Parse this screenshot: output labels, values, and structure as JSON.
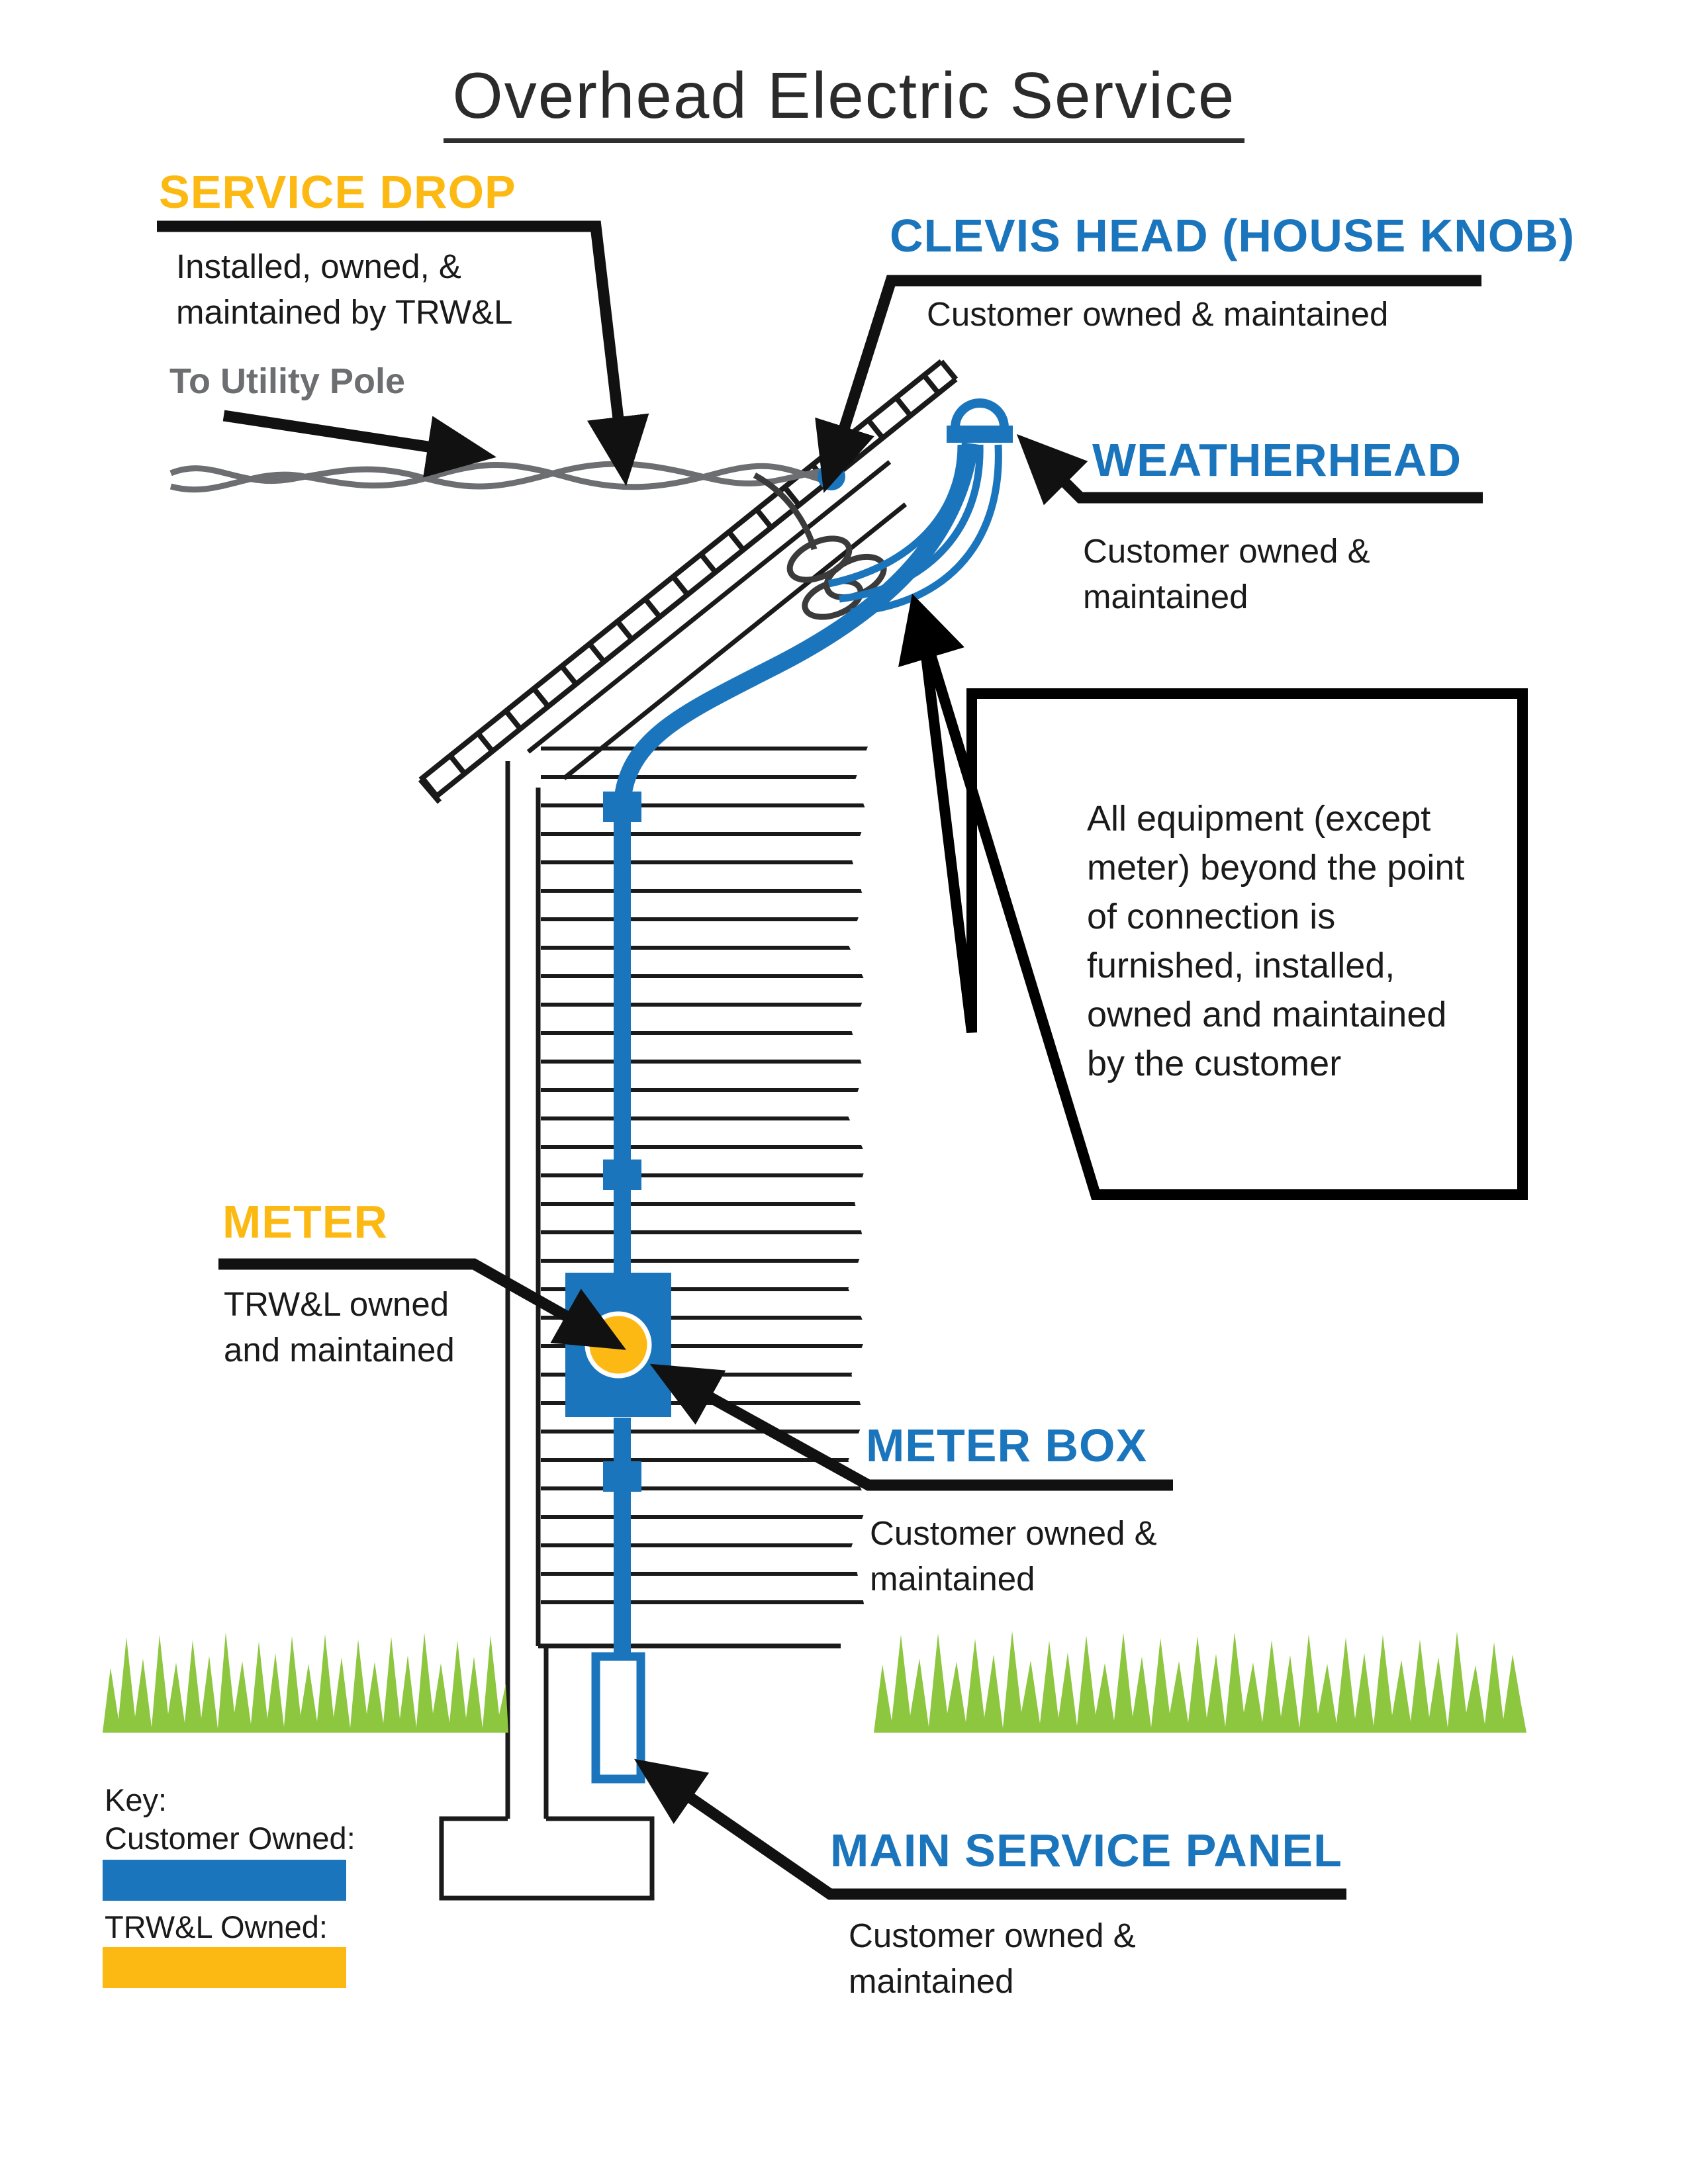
{
  "title": "Overhead Electric Service",
  "colors": {
    "customer_blue": "#1B75BC",
    "utility_yellow": "#FDB913",
    "grass_green": "#8DC63F",
    "wire_gray": "#6D6E71"
  },
  "callouts": {
    "service_drop": {
      "heading": "SERVICE DROP",
      "lines": [
        "Installed, owned, &",
        "maintained by TRW&L"
      ]
    },
    "to_utility_pole": {
      "label": "To Utility Pole"
    },
    "clevis_head": {
      "heading": "CLEVIS HEAD (HOUSE KNOB)",
      "lines": [
        "Customer owned & maintained"
      ]
    },
    "weatherhead": {
      "heading": "WEATHERHEAD",
      "lines": [
        "Customer owned &",
        "maintained"
      ]
    },
    "equipment_note": {
      "lines": [
        "All equipment (except",
        "meter) beyond the point",
        "of connection is",
        "furnished, installed,",
        "owned and maintained",
        "by the customer"
      ]
    },
    "meter": {
      "heading": "METER",
      "lines": [
        "TRW&L owned",
        "and maintained"
      ]
    },
    "meter_box": {
      "heading": "METER BOX",
      "lines": [
        "Customer owned &",
        "maintained"
      ]
    },
    "main_service_panel": {
      "heading": "MAIN SERVICE PANEL",
      "lines": [
        "Customer owned &",
        "maintained"
      ]
    }
  },
  "key": {
    "title": "Key:",
    "customer_owned_label": "Customer Owned:",
    "utility_owned_label": "TRW&L Owned:"
  }
}
